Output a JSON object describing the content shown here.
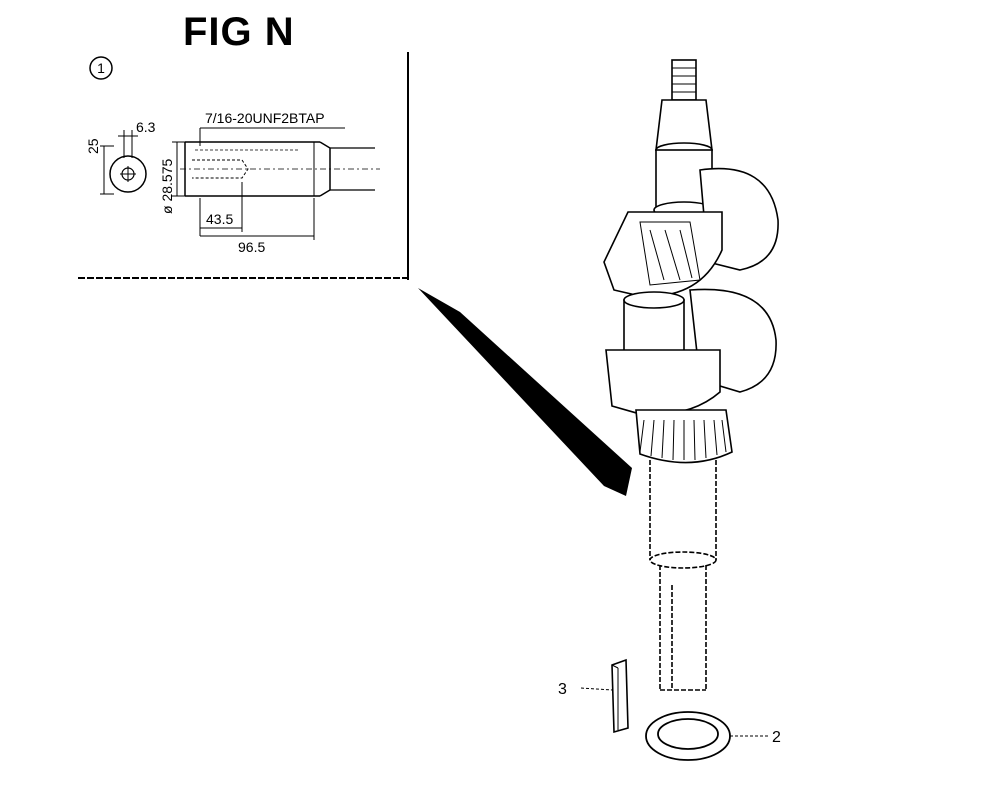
{
  "figure": {
    "title": "FIG N",
    "inset": {
      "callout_number": "1",
      "dimensions": {
        "thread": "7/16-20UNF2BTAP",
        "d63": "6.3",
        "d25": "25",
        "diameter": "ø 28.575",
        "d435": "43.5",
        "d965": "96.5"
      }
    },
    "parts": [
      {
        "number": "3"
      },
      {
        "number": "2"
      }
    ]
  }
}
